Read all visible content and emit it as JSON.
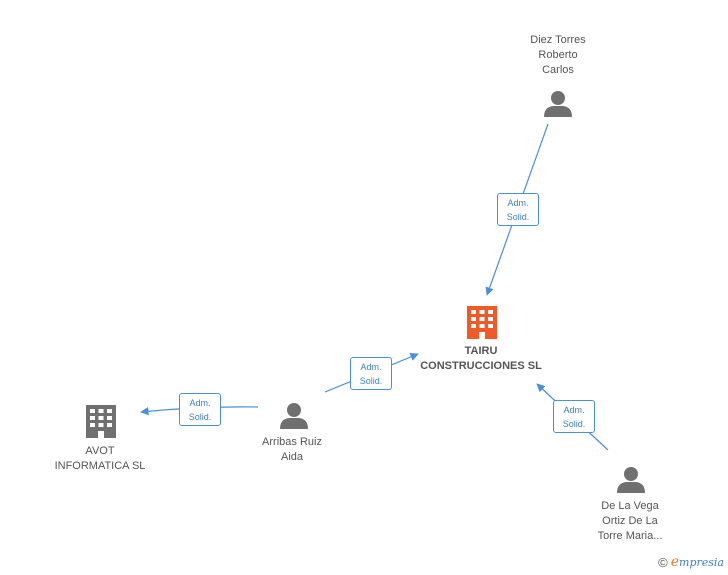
{
  "colors": {
    "edge": "#4a8fd8",
    "person": "#707070",
    "company": "#707070",
    "main_company": "#f05a28"
  },
  "nodes": {
    "main": {
      "name": "TAIRU CONSTRUCCIONES SL",
      "lines": [
        "TAIRU",
        "CONSTRUCCIONES SL"
      ],
      "icon": "building-icon"
    },
    "avot": {
      "name": "AVOT INFORMATICA SL",
      "lines": [
        "AVOT",
        "INFORMATICA SL"
      ],
      "icon": "building-icon"
    },
    "diez": {
      "name": "Diez Torres Roberto Carlos",
      "lines": [
        "Diez Torres",
        "Roberto",
        "Carlos"
      ],
      "icon": "person-icon"
    },
    "arribas": {
      "name": "Arribas Ruiz Aida",
      "lines": [
        "Arribas Ruiz",
        "Aida"
      ],
      "icon": "person-icon"
    },
    "delavega": {
      "name": "De La Vega Ortiz De La Torre Maria...",
      "lines": [
        "De La Vega",
        "Ortiz De La",
        "Torre Maria..."
      ],
      "icon": "person-icon"
    }
  },
  "edges": [
    {
      "from": "diez",
      "to": "main",
      "label": [
        "Adm.",
        "Solid."
      ]
    },
    {
      "from": "arribas",
      "to": "main",
      "label": [
        "Adm.",
        "Solid."
      ]
    },
    {
      "from": "arribas",
      "to": "avot",
      "label": [
        "Adm.",
        "Solid."
      ]
    },
    {
      "from": "delavega",
      "to": "main",
      "label": [
        "Adm.",
        "Solid."
      ]
    }
  ],
  "footer": {
    "copyright": "©",
    "brand_initial": "e",
    "brand_rest": "mpresia"
  }
}
